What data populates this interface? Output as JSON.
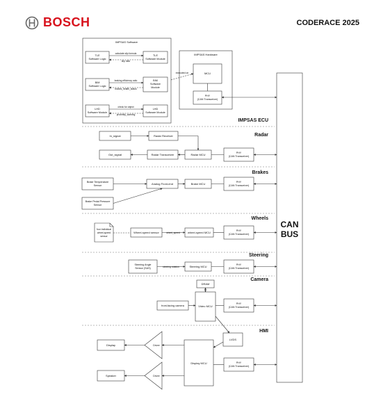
{
  "header": {
    "brand": "BOSCH",
    "event": "CODERACE 2025",
    "logo_icon": "bosch-armature-icon",
    "brand_color": "#d8111c"
  },
  "can_bus": {
    "line1": "CAN",
    "line2": "BUS"
  },
  "ecu": {
    "title": "IMPSAS ECU",
    "software": {
      "title": "IMPSAS Software",
      "tle_logic": [
        "TLE",
        "Software Logic"
      ],
      "tle_module": [
        "TLE",
        "Software Module"
      ],
      "tle_msg1": "calculate slip formula",
      "tle_msg2": "slip ratio",
      "bim_logic": [
        "BIM",
        "Software Logic"
      ],
      "bim_module": [
        "BIM",
        "Software",
        "Module"
      ],
      "bim_msg1": "braking efficiency ratio",
      "bim_msg2": "brakes_health_status",
      "lhd_module_left": [
        "LHD",
        "Software Module"
      ],
      "lhd_module_right": [
        "LHD",
        "Software Module"
      ],
      "lhd_msg1": "check for object",
      "lhd_msg2": "proximity_warning"
    },
    "hardware": {
      "title": "IMPSAS Hardware",
      "executed_on": "executed on",
      "mcu": "MCU",
      "phy": [
        "PHY",
        "(CAN Transceiver)"
      ]
    }
  },
  "sections": {
    "radar": "Radar",
    "brakes": "Brakes",
    "wheels": "Wheels",
    "steering": "Steering",
    "camera": "Camera",
    "hmi": "HMI"
  },
  "radar": {
    "in_signal": "In_signal",
    "out_signal": "Out_signal",
    "receiver": "Radar Receiver",
    "transceiver": "Radar Transceiver",
    "mcu": "Radar MCU",
    "phy": [
      "PHY",
      "(CAN Transceiver)"
    ]
  },
  "brakes": {
    "temp_sensor": [
      "Brake Temperature",
      "Sensor"
    ],
    "pedal_sensor": [
      "Brake Pedal Pressure",
      "Sensor"
    ],
    "afe": "Analog Front-end",
    "mcu": "Brake MCU",
    "phy": [
      "PHY",
      "(CAN Transceiver)"
    ]
  },
  "wheels": {
    "note": [
      "four individual",
      "wheel-speed",
      "sensor"
    ],
    "sensor": "Wheel-speed sensor",
    "msg": "wheel_speed",
    "mcu": "wheel-speed MCU",
    "phy": [
      "PHY",
      "(CAN Transceiver)"
    ]
  },
  "steering": {
    "sensor": [
      "Steering Angle",
      "Sensor (SAS)"
    ],
    "msg": "steering rotation",
    "mcu": "Steering MCU",
    "phy": [
      "PHY",
      "(CAN Transceiver)"
    ]
  },
  "camera": {
    "dram": "DRAM",
    "front_cam": "front-facing camera",
    "mcu": "Video MCU",
    "phy": [
      "PHY",
      "(CAN Transceiver)"
    ]
  },
  "hmi": {
    "lvds": "LVDS",
    "display": "Display",
    "speaker": "Speaker",
    "driver_top": "Driver",
    "driver_bottom": "Driver",
    "mcu": "Display MCU",
    "phy": [
      "PHY",
      "(CAN Transceiver)"
    ]
  }
}
